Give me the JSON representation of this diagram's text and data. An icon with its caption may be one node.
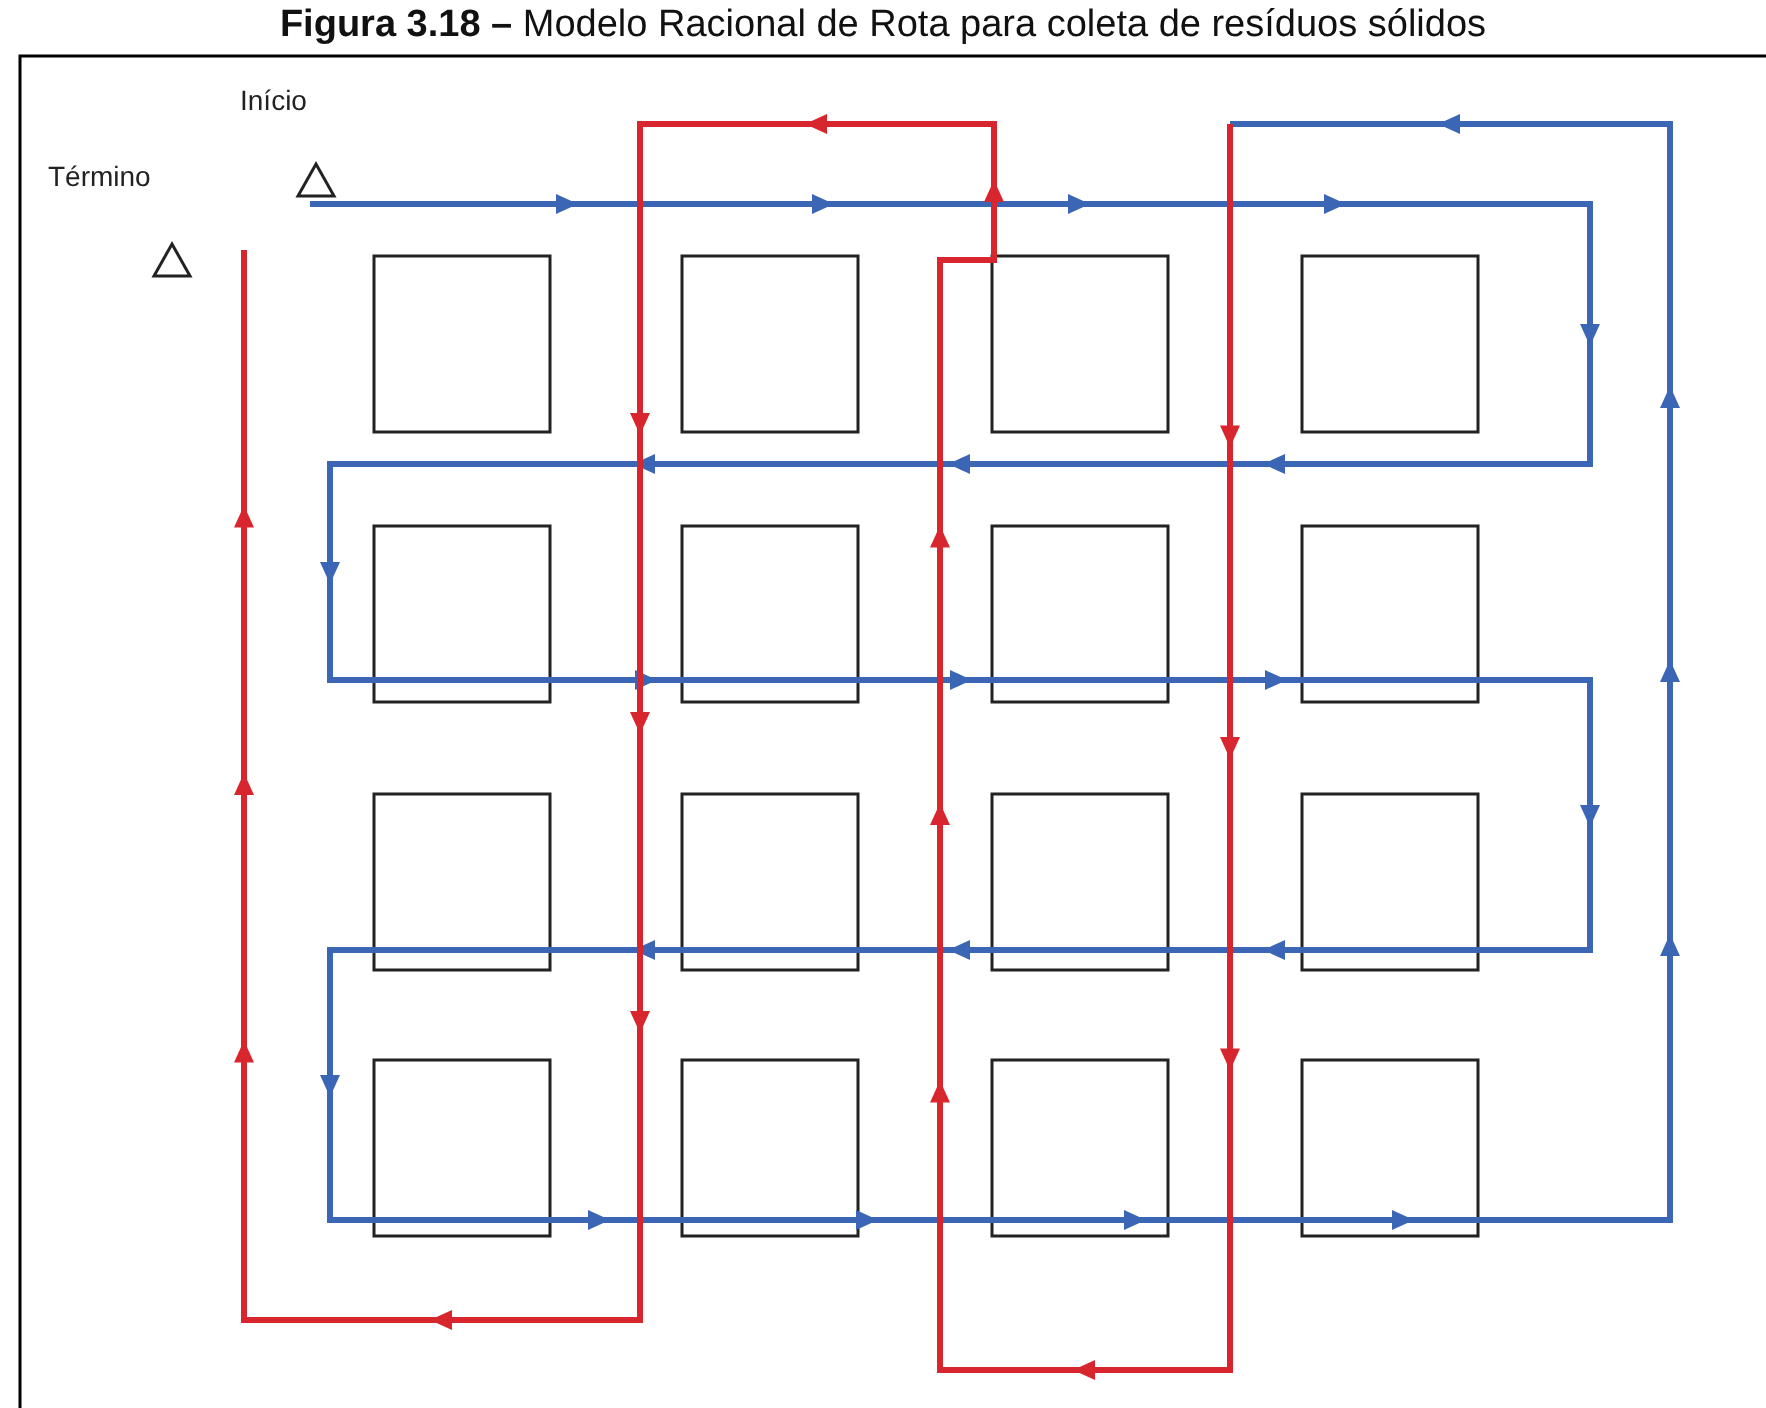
{
  "diagram": {
    "title": "Figura 3.18 – Modelo Racional de Rota para coleta de resíduos sólidos",
    "labels": [
      "Início",
      "Término"
    ]
  }
}
